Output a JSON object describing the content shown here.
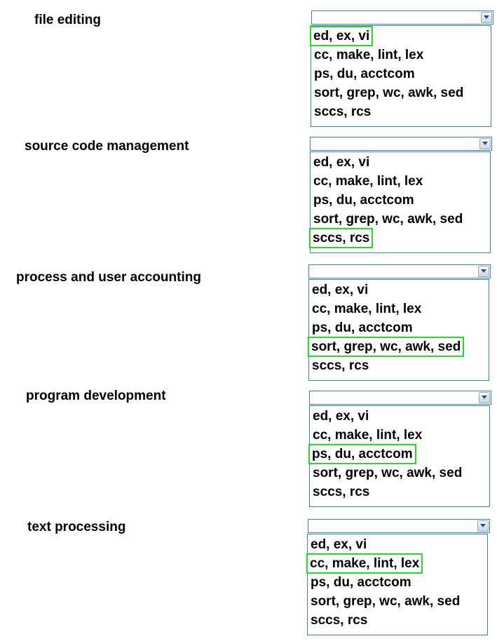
{
  "options": [
    "ed, ex, vi",
    "cc, make, lint, lex",
    "ps, du, acctcom",
    "sort, grep, wc, awk, sed",
    "sccs, rcs"
  ],
  "rows": [
    {
      "label": "file editing",
      "selected_index": 0
    },
    {
      "label": "source code management",
      "selected_index": 4
    },
    {
      "label": "process and user accounting",
      "selected_index": 3
    },
    {
      "label": "program development",
      "selected_index": 2
    },
    {
      "label": "text processing",
      "selected_index": 1
    }
  ],
  "colors": {
    "border": "#3c7fb1",
    "highlight": "#22dd22",
    "text": "#000000"
  },
  "icons": {
    "dropdown": "chevron-down-icon"
  }
}
